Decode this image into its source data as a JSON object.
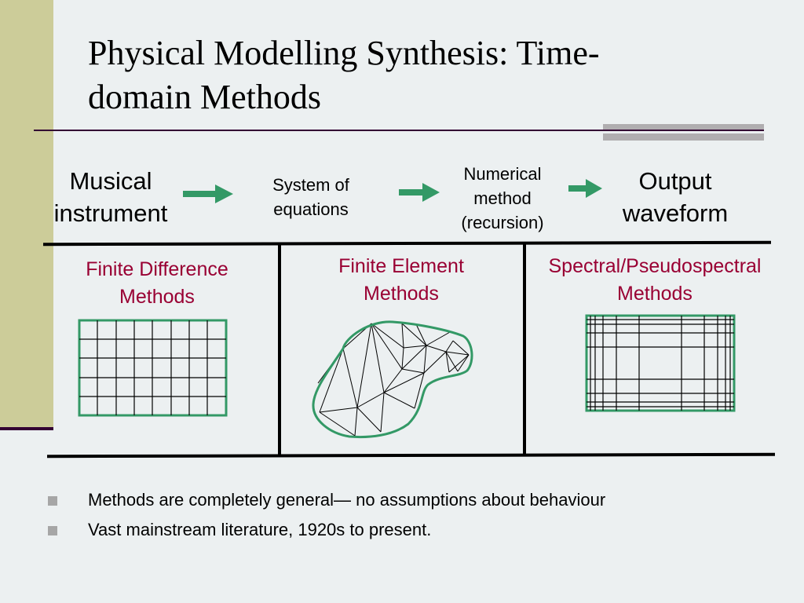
{
  "slide": {
    "title_line1": "Physical Modelling Synthesis: Time-",
    "title_line2": "domain Methods"
  },
  "flow": {
    "step1_line1": "Musical",
    "step1_line2": "instrument",
    "step2_line1": "System of",
    "step2_line2": "equations",
    "step3_line1": "Numerical",
    "step3_line2": "method",
    "step3_line3": "(recursion)",
    "step4_line1": "Output",
    "step4_line2": "waveform"
  },
  "methods": [
    {
      "line1": "Finite Difference",
      "line2": "Methods",
      "diagram": "regular-grid"
    },
    {
      "line1": "Finite Element",
      "line2": "Methods",
      "diagram": "triangular-mesh"
    },
    {
      "line1": "Spectral/Pseudospectral",
      "line2": "Methods",
      "diagram": "nonuniform-grid"
    }
  ],
  "bullets": [
    "Methods are completely general— no assumptions about behaviour",
    "Vast mainstream literature, 1920s to present."
  ],
  "colors": {
    "sidebar": "#cccc99",
    "rule": "#330033",
    "method_text": "#990033",
    "arrow": "#339966",
    "mesh_outline": "#339966"
  },
  "icons": {
    "flow_arrow": "right-arrow-icon",
    "bullet": "square-bullet-icon"
  }
}
